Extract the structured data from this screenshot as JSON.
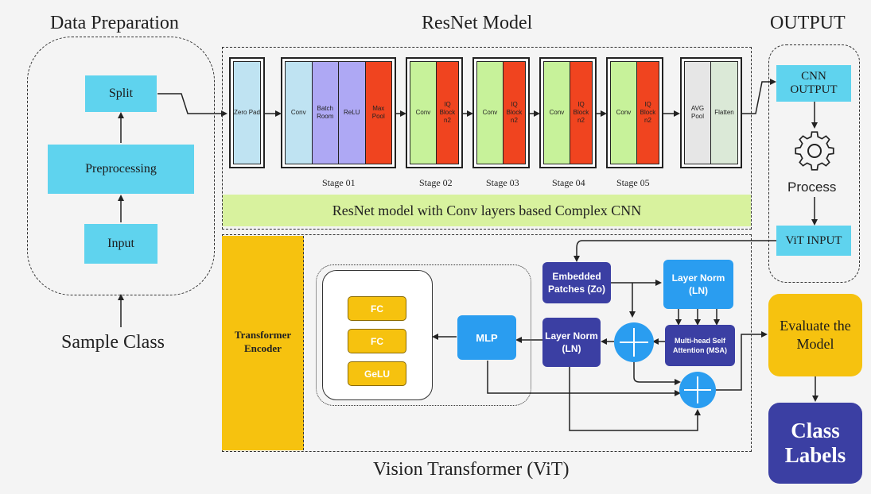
{
  "titles": {
    "data_preparation": "Data Preparation",
    "resnet_model": "ResNet Model",
    "output": "OUTPUT",
    "vision_transformer": "Vision Transformer (ViT)"
  },
  "data_prep": {
    "split": "Split",
    "preprocessing": "Preprocessing",
    "input": "Input",
    "sample_class": "Sample Class"
  },
  "resnet": {
    "stage0": [
      "Zero Pad"
    ],
    "stage01": [
      "Conv",
      "Batch Room",
      "ReLU",
      "Max Pool"
    ],
    "stage02": [
      "Conv",
      "IQ Block n2"
    ],
    "stage03": [
      "Conv",
      "IQ Block n2"
    ],
    "stage04": [
      "Conv",
      "IQ Block n2"
    ],
    "stage05": [
      "Conv",
      "IQ Block n2"
    ],
    "pool": [
      "AVG Pool",
      "Flatten"
    ],
    "stage_labels": [
      "Stage 01",
      "Stage 02",
      "Stage 03",
      "Stage 04",
      "Stage 05"
    ],
    "banner": "ResNet model with Conv layers based Complex CNN"
  },
  "output": {
    "cnn_output": "CNN OUTPUT",
    "process": "Process",
    "vit_input": "ViT INPUT"
  },
  "vit": {
    "encoder": "Transformer Encoder",
    "embedded_patches": "Embedded Patches (Zo)",
    "layer_norm_top": "Layer Norm (LN)",
    "msa": "Multi-head Self Attention (MSA)",
    "layer_norm_mid": "Layer Norm (LN)",
    "mlp": "MLP",
    "fc1": "FC",
    "fc2": "FC",
    "gelu": "GeLU"
  },
  "result": {
    "evaluate": "Evaluate the Model",
    "class_labels": "Class Labels"
  },
  "colors": {
    "cyan": "#5fd3ee",
    "light_blue": "#bfe3f2",
    "purple": "#aea8f4",
    "red": "#f0441f",
    "green": "#c7f29a",
    "grey": "#e6e6e6",
    "banner_green": "#d8f29e",
    "encoder_yellow": "#f6c20f",
    "navy": "#3b3fa3",
    "blue": "#2a9df0"
  },
  "icons": [
    "gear-icon",
    "add-circle-icon"
  ]
}
